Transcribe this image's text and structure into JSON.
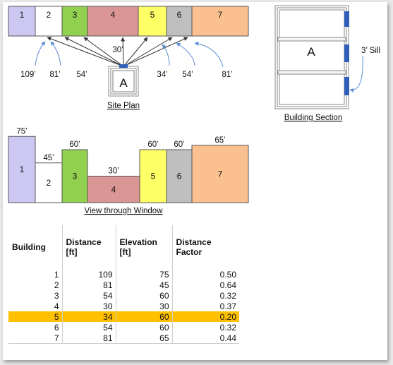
{
  "site_plan": {
    "caption": "Site Plan",
    "buildings": [
      {
        "label": "1",
        "color": "#ccc8f2"
      },
      {
        "label": "2",
        "color": "#ffffff"
      },
      {
        "label": "3",
        "color": "#92d050"
      },
      {
        "label": "4",
        "color": "#da9694"
      },
      {
        "label": "5",
        "color": "#ffff66"
      },
      {
        "label": "6",
        "color": "#bfbfbf"
      },
      {
        "label": "7",
        "color": "#fac090"
      }
    ],
    "observer_label": "A",
    "distance_labels": [
      "109’",
      "81’",
      "54’",
      "30’",
      "34’",
      "54’",
      "81’"
    ]
  },
  "building_section": {
    "caption": "Building Section",
    "room_label": "A",
    "sill_label": "3’ Sill",
    "window_color": "#2f5fb8"
  },
  "window_view": {
    "caption": "View through Window",
    "heights": [
      "75’",
      "45’",
      "60’",
      "30’",
      "60’",
      "60’",
      "65’"
    ]
  },
  "table": {
    "headers": [
      "Building",
      "Distance [ft]",
      "Elevation [ft]",
      "Distance Factor"
    ],
    "rows": [
      [
        "1",
        "109",
        "75",
        "0.50"
      ],
      [
        "2",
        "81",
        "45",
        "0.64"
      ],
      [
        "3",
        "54",
        "60",
        "0.32"
      ],
      [
        "4",
        "30",
        "30",
        "0.37"
      ],
      [
        "5",
        "34",
        "60",
        "0.20"
      ],
      [
        "6",
        "54",
        "60",
        "0.32"
      ],
      [
        "7",
        "81",
        "65",
        "0.44"
      ]
    ],
    "highlight_row": 4,
    "highlight_color": "#ffc000"
  }
}
